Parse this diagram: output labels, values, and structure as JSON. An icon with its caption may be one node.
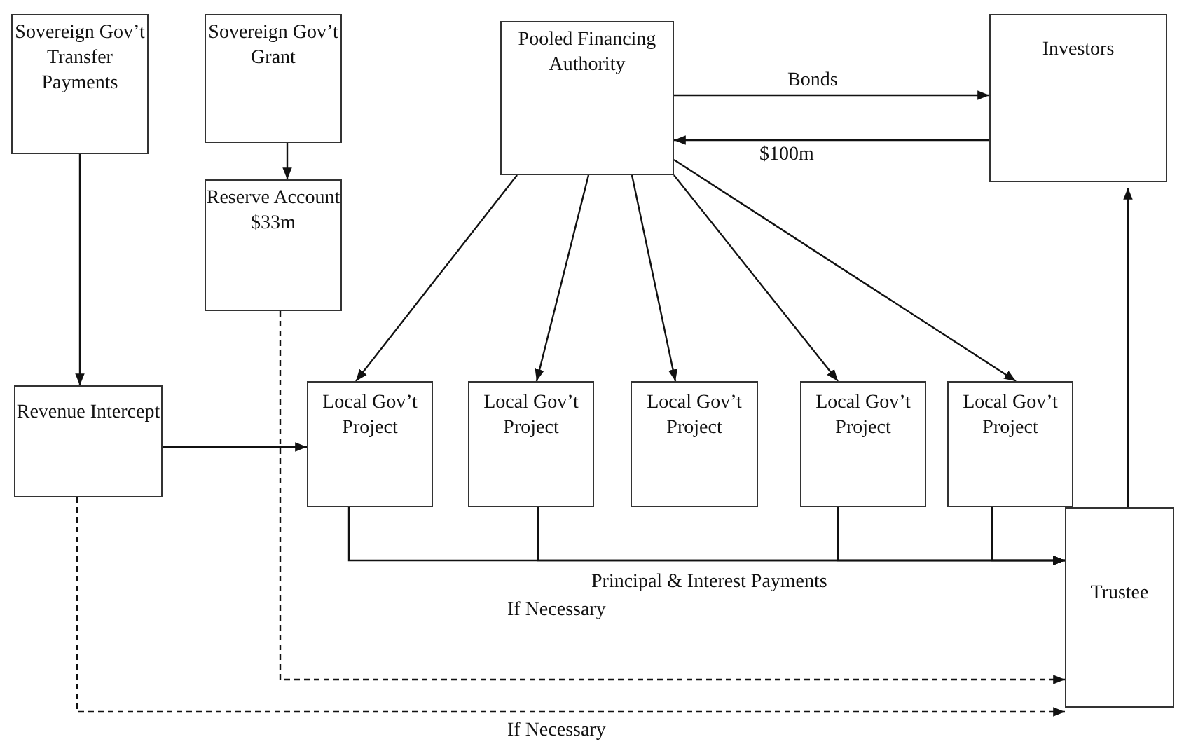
{
  "diagram": {
    "nodes": [
      {
        "text": [
          "Sovereign Gov’t Transfer Payments"
        ]
      },
      {
        "text": [
          "Sovereign Gov’t Grant"
        ]
      },
      {
        "text": [
          "Pooled Financing Authority"
        ]
      },
      {
        "text": [
          "Investors"
        ]
      },
      {
        "text": [
          "Reserve Account $33m"
        ]
      },
      {
        "text": [
          "Revenue Intercept"
        ]
      },
      {
        "text": [
          "Local Gov’t Project"
        ]
      },
      {
        "text": [
          "Local Gov’t Project"
        ]
      },
      {
        "text": [
          "Local Gov’t Project"
        ]
      },
      {
        "text": [
          "Local Gov’t Project"
        ]
      },
      {
        "text": [
          "Local Gov’t Project"
        ]
      },
      {
        "text": [
          "Trustee"
        ]
      }
    ],
    "edges": [
      {
        "from": 0,
        "to": 5,
        "arrow": "to"
      },
      {
        "from": 1,
        "to": 4,
        "arrow": "to"
      },
      {
        "from": 2,
        "to": 3,
        "arrow": "to",
        "label": "Bonds"
      },
      {
        "from": 3,
        "to": 2,
        "arrow": "to",
        "label": "$100m"
      },
      {
        "from": 2,
        "to": 6,
        "arrow": "to"
      },
      {
        "from": 2,
        "to": 7,
        "arrow": "to"
      },
      {
        "from": 2,
        "to": 8,
        "arrow": "to"
      },
      {
        "from": 2,
        "to": 9,
        "arrow": "to"
      },
      {
        "from": 2,
        "to": 10,
        "arrow": "to"
      },
      {
        "from": 5,
        "to": 6,
        "arrow": "to"
      },
      {
        "from": 6,
        "to": 11,
        "arrow": "to",
        "label": "Principal & Interest Payments"
      },
      {
        "from": 7,
        "to": 11,
        "arrow": "to"
      },
      {
        "from": 9,
        "to": 11,
        "arrow": "to"
      },
      {
        "from": 10,
        "to": 11,
        "arrow": "to"
      },
      {
        "from": 4,
        "to": 11,
        "arrow": "to",
        "style": "dashed",
        "label": "If Necessary"
      },
      {
        "from": 5,
        "to": 11,
        "arrow": "to",
        "style": "dashed",
        "label": "If Necessary"
      },
      {
        "from": 11,
        "to": 3,
        "arrow": "to"
      }
    ]
  }
}
